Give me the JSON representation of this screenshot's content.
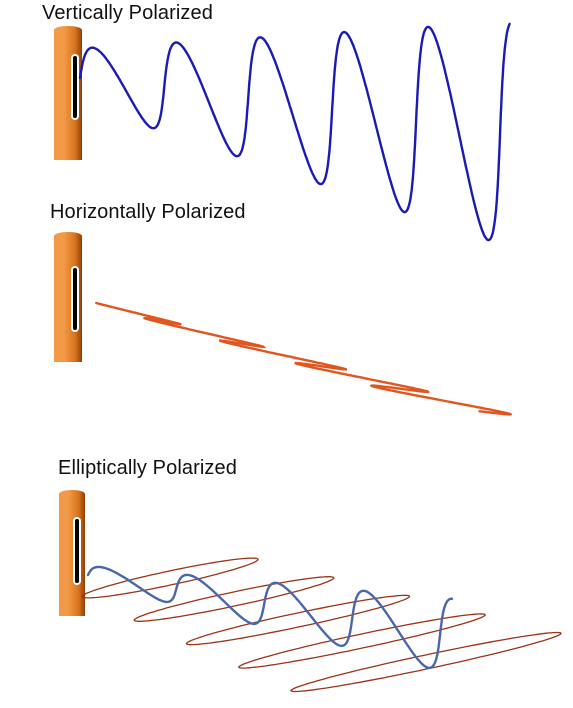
{
  "panels": [
    {
      "title": "Vertically Polarized"
    },
    {
      "title": "Horizontally Polarized"
    },
    {
      "title": "Elliptically Polarized"
    }
  ],
  "colors": {
    "vertical_wave": "#1a1ab4",
    "horizontal_wave": "#e0561e",
    "elliptical_helix": "#4a68a8",
    "elliptical_ellipses": "#9a3418",
    "antenna_light": "#f29a48",
    "antenna_mid": "#d8741e",
    "antenna_dark": "#8e4008",
    "slot": "#000000"
  },
  "icons": [
    "antenna-icon"
  ]
}
